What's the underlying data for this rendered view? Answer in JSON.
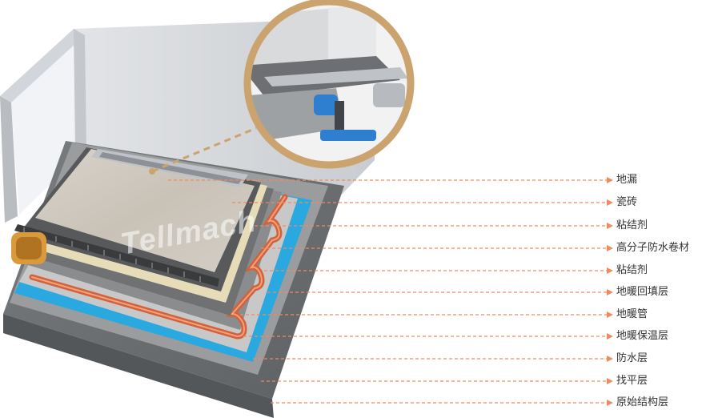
{
  "watermark": "Tellmach",
  "accent_color": "#f08a5d",
  "ring_color": "#caa36e",
  "layers": [
    {
      "id": "floor-drain",
      "label": "地漏"
    },
    {
      "id": "tile",
      "label": "瓷砖"
    },
    {
      "id": "adhesive-upper",
      "label": "粘结剂"
    },
    {
      "id": "membrane",
      "label": "高分子防水卷材"
    },
    {
      "id": "adhesive-lower",
      "label": "粘结剂"
    },
    {
      "id": "heating-backfill",
      "label": "地暖回填层"
    },
    {
      "id": "heating-pipe",
      "label": "地暖管"
    },
    {
      "id": "heating-insulation",
      "label": "地暖保温层"
    },
    {
      "id": "waterproof",
      "label": "防水层"
    },
    {
      "id": "leveling",
      "label": "找平层"
    },
    {
      "id": "structure",
      "label": "原始结构层"
    }
  ]
}
